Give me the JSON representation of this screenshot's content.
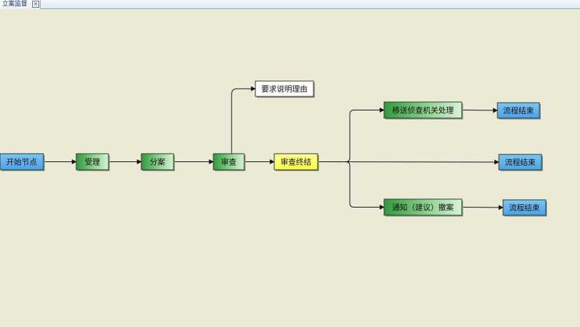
{
  "tab": {
    "title": "立案监督",
    "close_glyph": "×"
  },
  "flow": {
    "nodes": [
      {
        "id": "start",
        "label": "开始节点",
        "style": "blue"
      },
      {
        "id": "accept",
        "label": "受理",
        "style": "green"
      },
      {
        "id": "assign",
        "label": "分案",
        "style": "green"
      },
      {
        "id": "review",
        "label": "审查",
        "style": "green"
      },
      {
        "id": "reason",
        "label": "要求说明理由",
        "style": "white"
      },
      {
        "id": "conclude",
        "label": "审查终结",
        "style": "yellow"
      },
      {
        "id": "transfer",
        "label": "移送侦查机关处理",
        "style": "green"
      },
      {
        "id": "end1",
        "label": "流程结束",
        "style": "blue"
      },
      {
        "id": "end2",
        "label": "流程结束",
        "style": "blue"
      },
      {
        "id": "notify",
        "label": "通知（建议）撤案",
        "style": "green"
      },
      {
        "id": "end3",
        "label": "流程结束",
        "style": "blue"
      }
    ],
    "edges": [
      [
        "start",
        "accept"
      ],
      [
        "accept",
        "assign"
      ],
      [
        "assign",
        "review"
      ],
      [
        "review",
        "reason"
      ],
      [
        "review",
        "conclude"
      ],
      [
        "conclude",
        "transfer"
      ],
      [
        "conclude",
        "end2"
      ],
      [
        "conclude",
        "notify"
      ],
      [
        "transfer",
        "end1"
      ],
      [
        "notify",
        "end3"
      ]
    ]
  },
  "colors": {
    "blue": "#5ab0ee",
    "green_dark": "#2f9a3c",
    "green_light": "#d9f2d6",
    "yellow": "#ffff66",
    "white": "#ffffff",
    "edge": "#111111"
  }
}
